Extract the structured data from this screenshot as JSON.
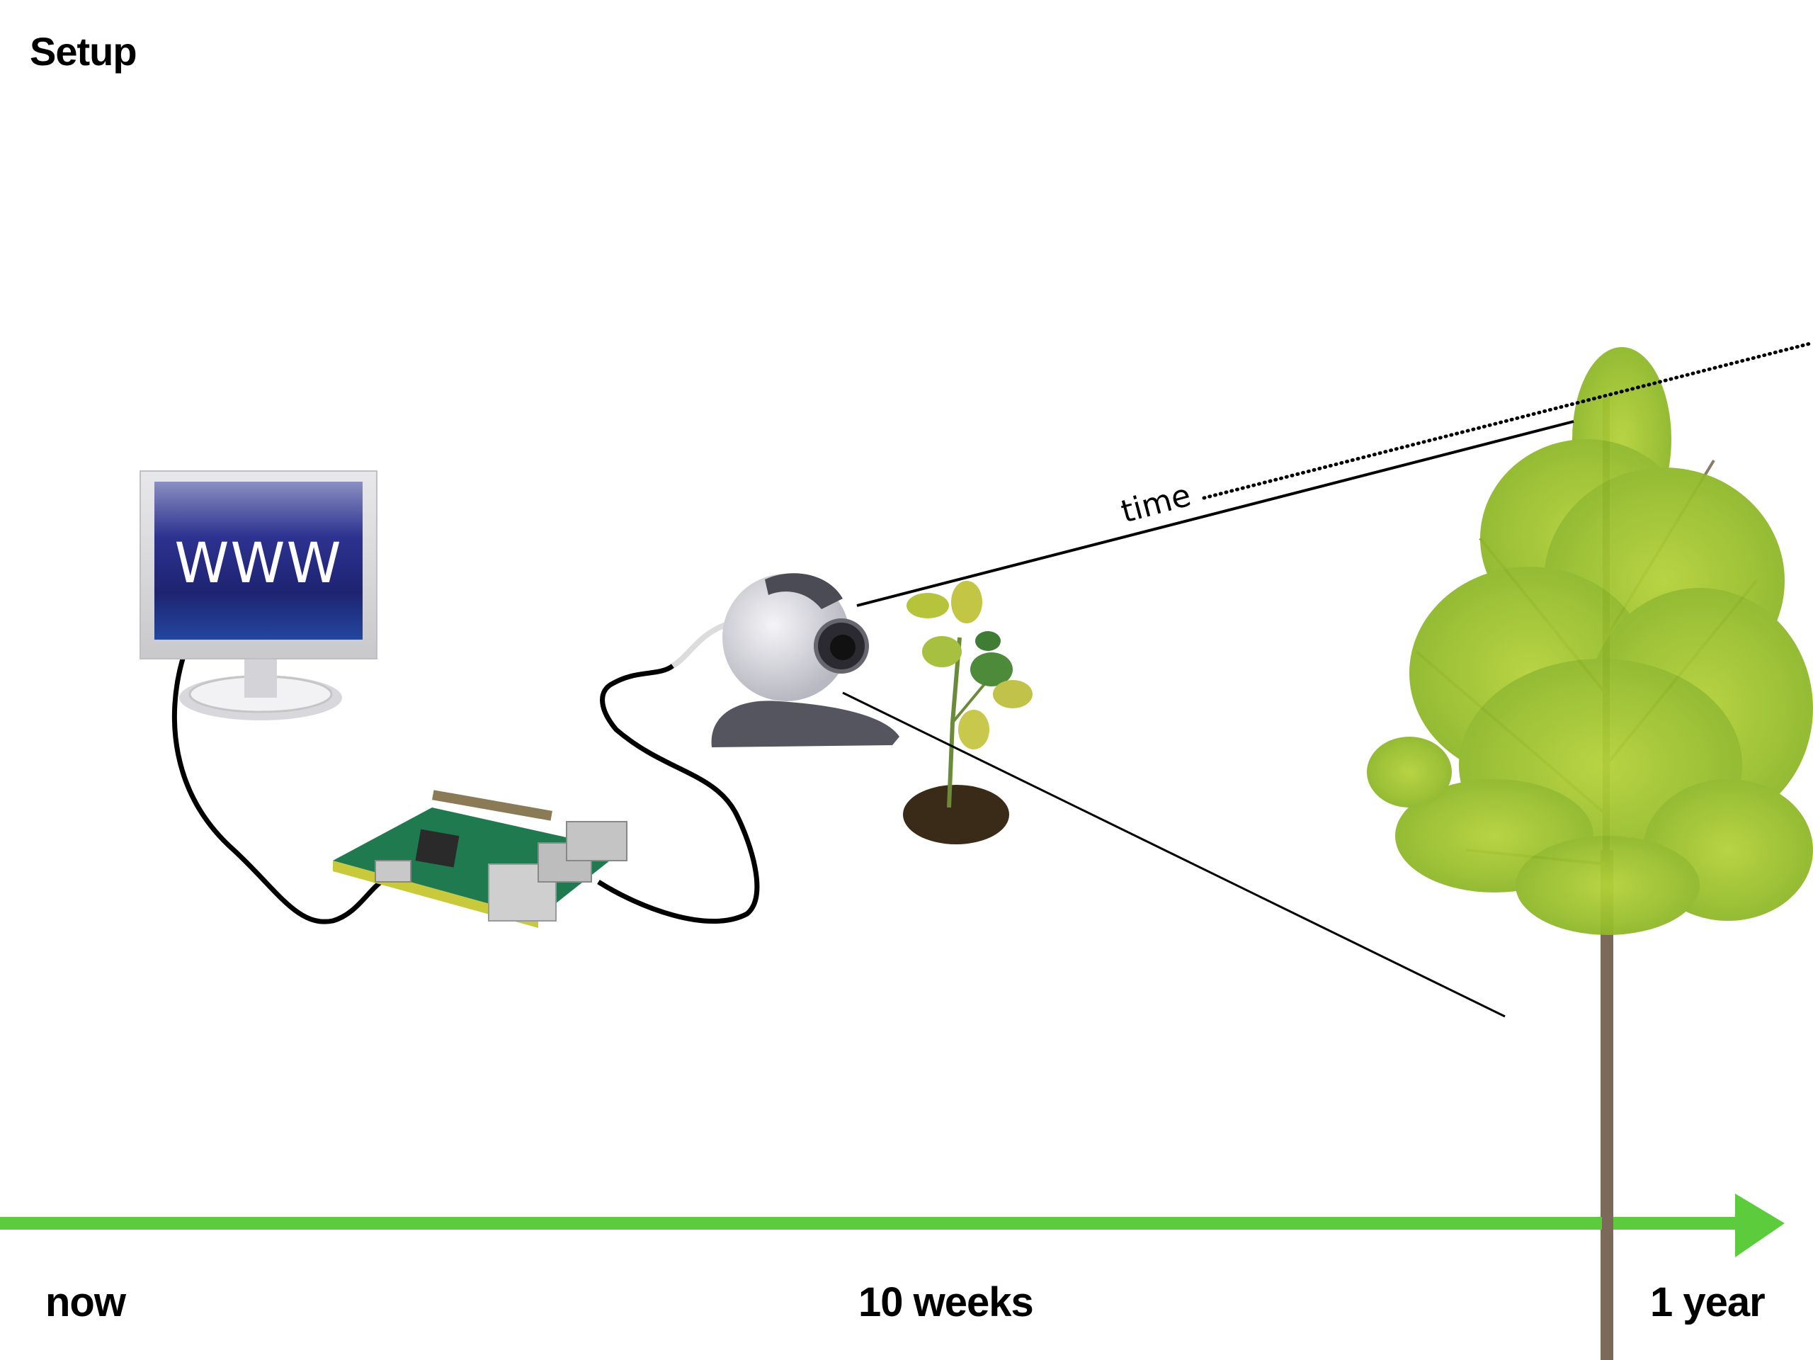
{
  "title": "Setup",
  "diagram": {
    "components": [
      {
        "id": "web-monitor",
        "label": "WWW",
        "description": "Monitor showing the web"
      },
      {
        "id": "raspberry-pi",
        "description": "Single-board computer"
      },
      {
        "id": "webcam",
        "description": "USB webcam"
      },
      {
        "id": "sapling",
        "description": "Young plant in soil"
      },
      {
        "id": "tree",
        "description": "Full-grown tree"
      }
    ],
    "connections": [
      {
        "from": "web-monitor",
        "to": "raspberry-pi",
        "type": "cable"
      },
      {
        "from": "raspberry-pi",
        "to": "webcam",
        "type": "cable"
      }
    ],
    "view_cone_label": "time",
    "timeline": {
      "color": "#5ccc3c",
      "labels": [
        "now",
        "10 weeks",
        "1 year"
      ]
    }
  }
}
